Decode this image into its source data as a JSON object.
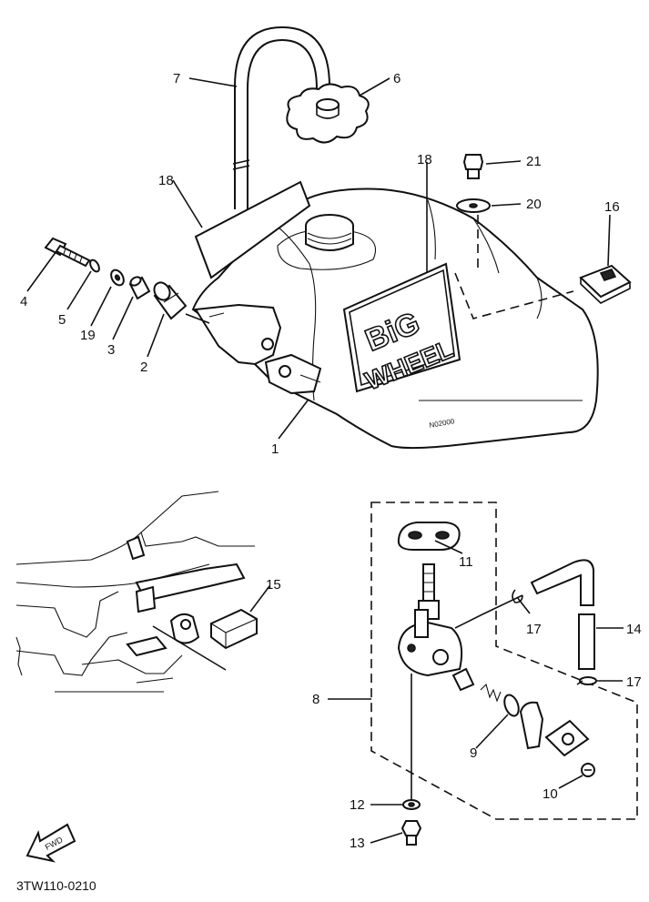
{
  "diagram": {
    "drawing_code": "3TW110-0210",
    "fwd_label": "FWD",
    "decal_text": [
      "BiG",
      "WHEEL"
    ],
    "part_labels": [
      {
        "id": "label-7",
        "text": "7"
      },
      {
        "id": "label-6",
        "text": "6"
      },
      {
        "id": "label-18-left",
        "text": "18"
      },
      {
        "id": "label-18-top",
        "text": "18"
      },
      {
        "id": "label-21",
        "text": "21"
      },
      {
        "id": "label-20",
        "text": "20"
      },
      {
        "id": "label-16",
        "text": "16"
      },
      {
        "id": "label-4",
        "text": "4"
      },
      {
        "id": "label-5",
        "text": "5"
      },
      {
        "id": "label-19",
        "text": "19"
      },
      {
        "id": "label-3",
        "text": "3"
      },
      {
        "id": "label-2",
        "text": "2"
      },
      {
        "id": "label-1",
        "text": "1"
      },
      {
        "id": "label-11",
        "text": "11"
      },
      {
        "id": "label-15",
        "text": "15"
      },
      {
        "id": "label-17-top",
        "text": "17"
      },
      {
        "id": "label-14",
        "text": "14"
      },
      {
        "id": "label-17-bottom",
        "text": "17"
      },
      {
        "id": "label-8",
        "text": "8"
      },
      {
        "id": "label-9",
        "text": "9"
      },
      {
        "id": "label-10",
        "text": "10"
      },
      {
        "id": "label-12",
        "text": "12"
      },
      {
        "id": "label-13",
        "text": "13"
      }
    ]
  }
}
